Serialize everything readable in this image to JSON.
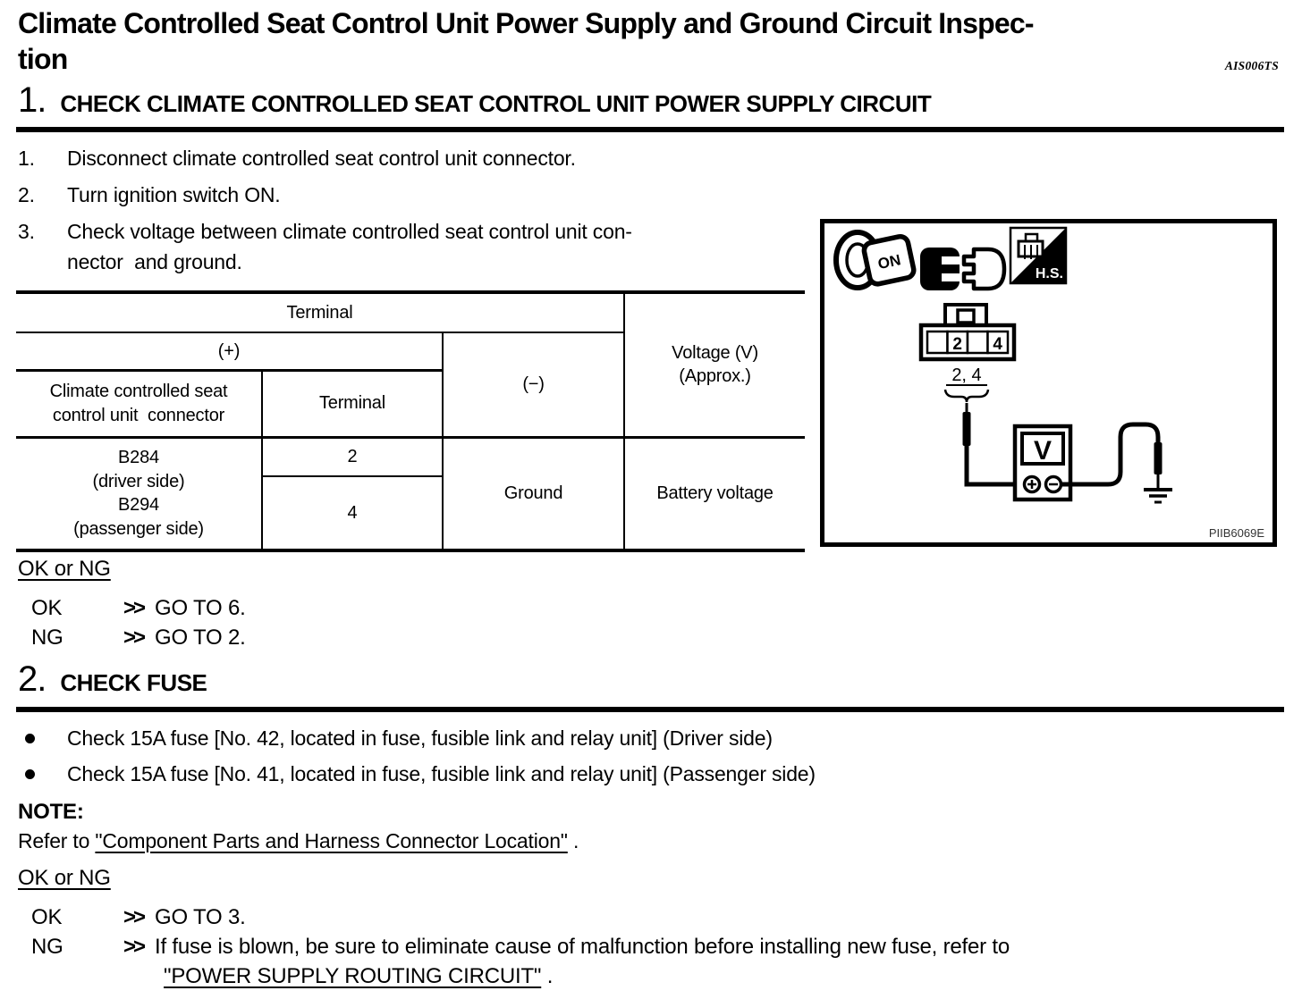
{
  "page": {
    "title_line1": "Climate Controlled Seat Control Unit Power Supply and Ground Circuit Inspec-",
    "title_line2": "tion",
    "doc_code": "AIS006TS"
  },
  "step1": {
    "number": "1.",
    "heading": "CHECK CLIMATE CONTROLLED SEAT CONTROL UNIT POWER SUPPLY CIRCUIT",
    "instructions": [
      {
        "num": "1.",
        "text": "Disconnect climate controlled seat control unit connector."
      },
      {
        "num": "2.",
        "text": "Turn ignition switch ON."
      },
      {
        "num": "3.",
        "text": "Check voltage between climate controlled seat control unit con-\nnector  and ground."
      }
    ],
    "table": {
      "header_terminal": "Terminal",
      "header_plus": "(+)",
      "header_minus": "(−)",
      "header_voltage": "Voltage (V)\n(Approx.)",
      "subheader_connector": "Climate controlled seat\ncontrol unit  connector",
      "subheader_terminal": "Terminal",
      "row_connector": "B284\n(driver side)\nB294\n(passenger side)",
      "row_terminal_1": "2",
      "row_terminal_2": "4",
      "row_minus": "Ground",
      "row_voltage": "Battery voltage"
    },
    "figure": {
      "ignition_label": "ON",
      "hs_label": "H.S.",
      "pin2": "2",
      "pin4": "4",
      "pins_label": "2, 4",
      "meter_label": "V",
      "code": "PIIB6069E"
    },
    "result_heading": "OK or NG",
    "results": [
      {
        "label": "OK",
        "arrow": ">>",
        "text": "GO TO 6."
      },
      {
        "label": "NG",
        "arrow": ">>",
        "text": "GO TO 2."
      }
    ]
  },
  "step2": {
    "number": "2.",
    "heading": "CHECK FUSE",
    "bullets": [
      "Check 15A fuse [No. 42, located in fuse, fusible link and relay unit] (Driver side)",
      "Check 15A fuse [No. 41, located in fuse, fusible link and relay unit] (Passenger side)"
    ],
    "note_label": "NOTE:",
    "note_prefix": "Refer to ",
    "note_link": "\"Component Parts and Harness Connector Location\"",
    "note_suffix": " .",
    "result_heading": "OK or NG",
    "results": [
      {
        "label": "OK",
        "arrow": ">>",
        "text": "GO TO 3."
      },
      {
        "label": "NG",
        "arrow": ">>",
        "text": "If fuse is blown, be sure to eliminate cause of malfunction before installing new fuse, refer to",
        "link": "\"POWER SUPPLY ROUTING CIRCUIT\"",
        "suffix": " ."
      }
    ]
  }
}
